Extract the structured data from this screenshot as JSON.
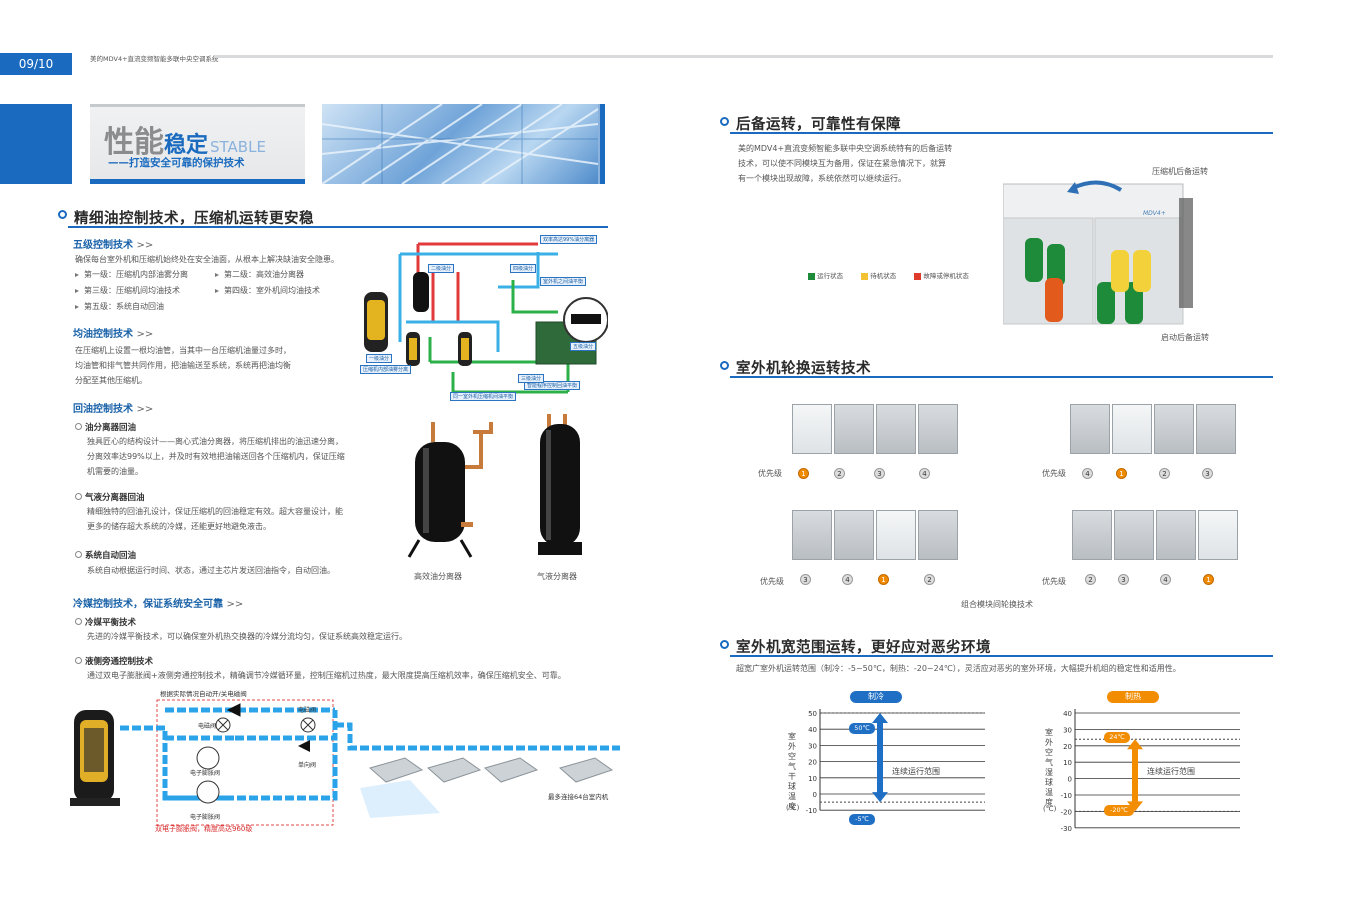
{
  "header": {
    "page_number": "09/10",
    "doc_title": "美的MDV4+直流变频智能多联中央空调系统"
  },
  "banner": {
    "title_main": "性能",
    "title_accent": "稳定",
    "title_en": "STABLE",
    "subtitle": "——打造安全可靠的保护技术"
  },
  "oil_section": {
    "title": "精细油控制技术，压缩机运转更安稳",
    "five_level": {
      "heading": "五级控制技术",
      "intro": "确保每台室外机和压缩机始终处在安全油面，从根本上解决缺油安全隐患。",
      "items": [
        "第一级：压缩机内部油雾分离",
        "第二级：高效油分离器",
        "第三级：压缩机间均油技术",
        "第四级：室外机间均油技术",
        "第五级：系统自动回油"
      ]
    },
    "balance": {
      "heading": "均油控制技术",
      "lines": [
        "在压缩机上设置一根均油管，当其中一台压缩机油量过多时，",
        "均油管和排气管共同作用，把油输送至系统，系统再把油均衡",
        "分配至其他压缩机。"
      ]
    },
    "return": {
      "heading": "回油控制技术",
      "items": [
        {
          "title": "油分离器回油",
          "lines": [
            "独具匠心的结构设计——离心式油分离器，将压缩机排出的油迅速分离，",
            "分离效率达99%以上，并及时有效地把油输送回各个压缩机内，保证压缩",
            "机需要的油量。"
          ]
        },
        {
          "title": "气液分离器回油",
          "lines": [
            "精细独特的回油孔设计，保证压缩机的回油稳定有效。超大容量设计，能",
            "更多的储存超大系统的冷媒，还能更好地避免液击。"
          ]
        },
        {
          "title": "系统自动回油",
          "lines": [
            "系统自动根据运行时间、状态，通过主芯片发送回油指令，自动回油。"
          ]
        }
      ]
    },
    "separators": {
      "oil": "高效油分离器",
      "gas": "气液分离器"
    },
    "diagram": {
      "tag1": "双率高达99%油分离器",
      "tag2": "二级油分",
      "tag3": "四级油分",
      "tag4": "室外机之间油平衡",
      "tag5": "一级油分",
      "tag6": "压缩机内部油雾分离",
      "tag7": "五级油分",
      "tag8": "智能程序控制回油平衡",
      "tag9": "三级油分",
      "tag10": "同一室外机压缩机间油平衡"
    }
  },
  "refrigerant": {
    "heading": "冷媒控制技术，保证系统安全可靠",
    "items": [
      {
        "title": "冷媒平衡技术",
        "text": "先进的冷媒平衡技术，可以确保室外机热交换器的冷媒分流均匀，保证系统高效稳定运行。"
      },
      {
        "title": "液侧旁通控制技术",
        "text": "通过双电子膨胀阀+液侧旁通控制技术，精确调节冷媒循环量，控制压缩机过热度，最大限度提高压缩机效率，确保压缩机安全、可靠。"
      }
    ],
    "diagram": {
      "top_note": "根据实际情况自动开/关电磁阀",
      "valve1": "电磁阀",
      "valve2": "电磁阀",
      "exv1": "电子膨胀阀",
      "exv2": "电子膨胀阀",
      "check": "单向阀",
      "indoor_note": "最多连接64台室内机",
      "red_note": "双电子膨胀阀，精度高达960级"
    }
  },
  "backup": {
    "title": "后备运转，可靠性有保障",
    "lines": [
      "美的MDV4+直流变频智能多联中央空调系统特有的后备运转",
      "技术，可以使不同模块互为备用，保证在紧急情况下，就算",
      "有一个模块出现故障，系统依然可以继续运行。"
    ],
    "label_top": "压缩机后备运转",
    "label_bottom": "启动后备运转",
    "legend": [
      "运行状态",
      "待机状态",
      "故障或停机状态"
    ],
    "brand": "MDV4+"
  },
  "rotation": {
    "title": "室外机轮换运转技术",
    "priority_label": "优先级",
    "caption": "组合模块间轮换技术",
    "groups": [
      {
        "nums": [
          "1",
          "2",
          "3",
          "4"
        ]
      },
      {
        "nums": [
          "4",
          "1",
          "2",
          "3"
        ]
      },
      {
        "nums": [
          "3",
          "4",
          "1",
          "2"
        ]
      },
      {
        "nums": [
          "2",
          "3",
          "4",
          "1"
        ]
      }
    ]
  },
  "range": {
    "title": "室外机宽范围运转，更好应对恶劣环境",
    "desc": "超宽广室外机运转范围（制冷：-5~50℃，制热：-20~24℃），灵活应对恶劣的室外环境，大幅提升机组的稳定性和适用性。",
    "cool": {
      "label": "制冷",
      "ylabel": "室外空气干球温度",
      "unit": "(℃)",
      "ticks": [
        "50",
        "40",
        "30",
        "20",
        "10",
        "0",
        "-10"
      ],
      "max_label": "50℃",
      "min_label": "-5℃",
      "range_label": "连续运行范围",
      "max": 50,
      "min": -5
    },
    "heat": {
      "label": "制热",
      "ylabel": "室外空气湿球温度",
      "unit": "(℃)",
      "ticks": [
        "40",
        "30",
        "20",
        "10",
        "0",
        "-10",
        "-20",
        "-30"
      ],
      "max_label": "24℃",
      "min_label": "-20℃",
      "range_label": "连续运行范围",
      "max": 24,
      "min": -20
    },
    "colors": {
      "cool": "#1f6fc4",
      "heat": "#f28c00"
    }
  }
}
